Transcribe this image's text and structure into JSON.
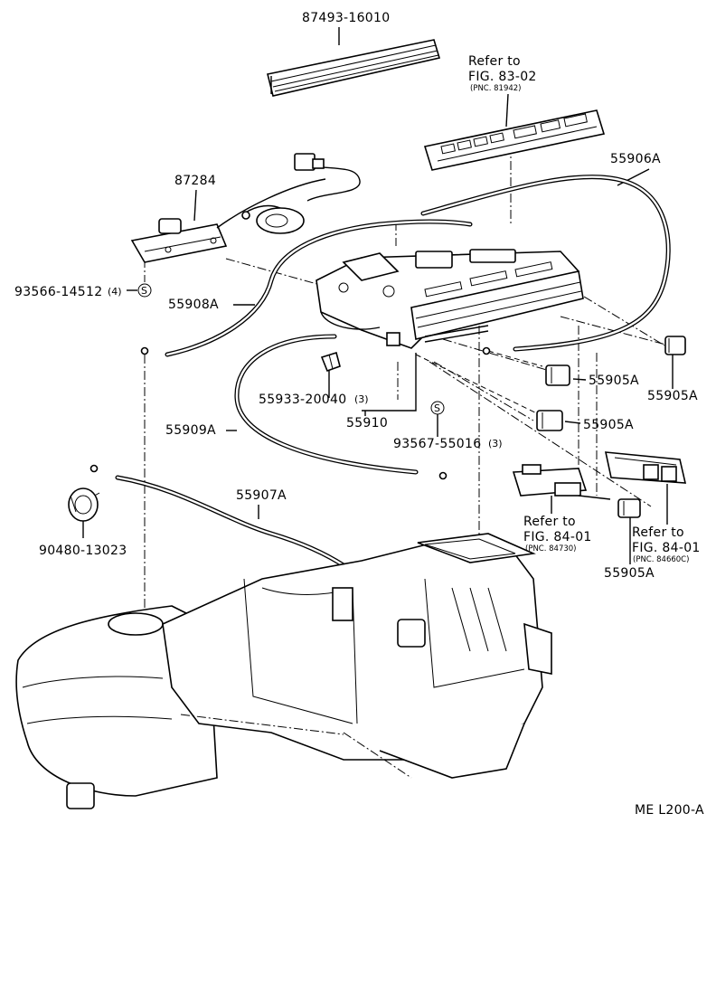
{
  "diagram": {
    "code": "ME L200-A",
    "parts": {
      "p87493": "87493-16010",
      "p87284": "87284",
      "p93566": "93566-14512",
      "p93566_qty": "(4)",
      "p55908": "55908A",
      "p55906": "55906A",
      "p55905_a": "55905A",
      "p55905_b": "55905A",
      "p55905_c": "55905A",
      "p55905_d": "55905A",
      "p55933": "55933-20040",
      "p55933_qty": "(3)",
      "p55910": "55910",
      "p93567": "93567-55016",
      "p93567_qty": "(3)",
      "p55909": "55909A",
      "p55907": "55907A",
      "p90480": "90480-13023",
      "screw_symbol": "S"
    },
    "refs": {
      "r1_line1": "Refer to",
      "r1_line2": "FIG. 83-02",
      "r1_pnc": "(PNC. 81942)",
      "r2_line1": "Refer to",
      "r2_line2": "FIG. 84-01",
      "r2_pnc": "(PNC. 84730)",
      "r3_line1": "Refer to",
      "r3_line2": "FIG. 84-01",
      "r3_pnc": "(PNC. 84660C)"
    }
  }
}
